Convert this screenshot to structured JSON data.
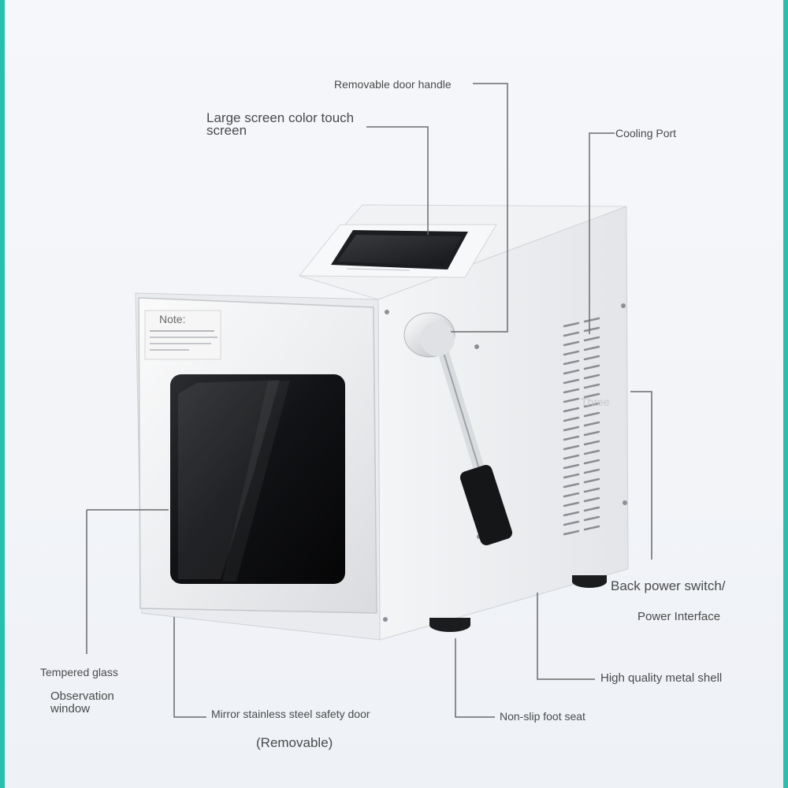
{
  "colors": {
    "accent_edge": "#27bfae",
    "leader_line": "#6b6b6b",
    "label_text": "#4a4a4a"
  },
  "callouts": {
    "door_handle": "Removable door handle",
    "touch_screen_line1": "Large screen color touch",
    "touch_screen_line2": "screen",
    "cooling_port": "Cooling Port",
    "note": "Note:",
    "three": "Three",
    "back_power_switch": "Back power switch/",
    "power_interface": "Power Interface",
    "metal_shell": "High quality metal shell",
    "tempered_glass": "Tempered glass",
    "observation_line1": "Observation",
    "observation_line2": "window",
    "safety_door": "Mirror stainless steel safety door",
    "removable": "(Removable)",
    "foot_seat": "Non-slip foot seat"
  },
  "icons": [
    "door-handle-icon",
    "touch-screen-icon",
    "cooling-vent-icon",
    "foot-seat-icon"
  ]
}
